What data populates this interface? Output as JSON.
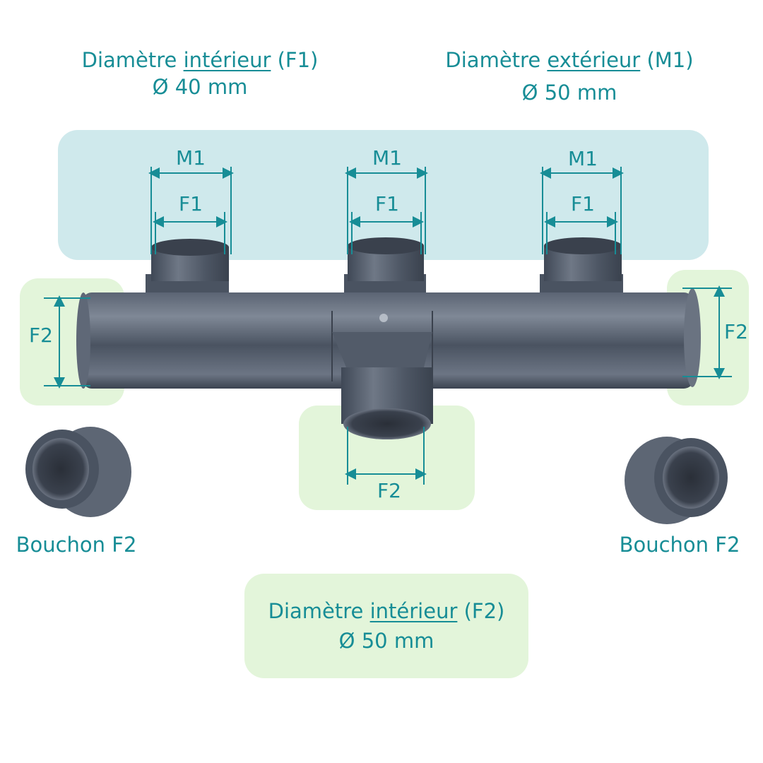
{
  "colors": {
    "accent": "#178d96",
    "blue_panel": "#cfe9ec",
    "green_panel": "#e3f5da",
    "pvc_dark": "#3f4856",
    "pvc_mid": "#5d6776",
    "pvc_light": "#8c95a2"
  },
  "header_left": {
    "prefix": "Diamètre ",
    "emph": "intérieur",
    "suffix": " (F1)",
    "value": "Ø 40 mm"
  },
  "header_right": {
    "prefix": "Diamètre ",
    "emph": "extérieur",
    "suffix": " (M1)",
    "value": "Ø 50 mm"
  },
  "footer": {
    "prefix": "Diamètre ",
    "emph": "intérieur",
    "suffix": " (F2)",
    "value": "Ø 50 mm"
  },
  "dimensions": {
    "outlet_outer": "M1",
    "outlet_inner": "F1",
    "end_left": "F2",
    "end_right": "F2",
    "bottom_inlet": "F2"
  },
  "caps": {
    "left": "Bouchon F2",
    "right": "Bouchon F2"
  },
  "icons": [
    "pvc-manifold-icon",
    "end-cap-icon"
  ]
}
